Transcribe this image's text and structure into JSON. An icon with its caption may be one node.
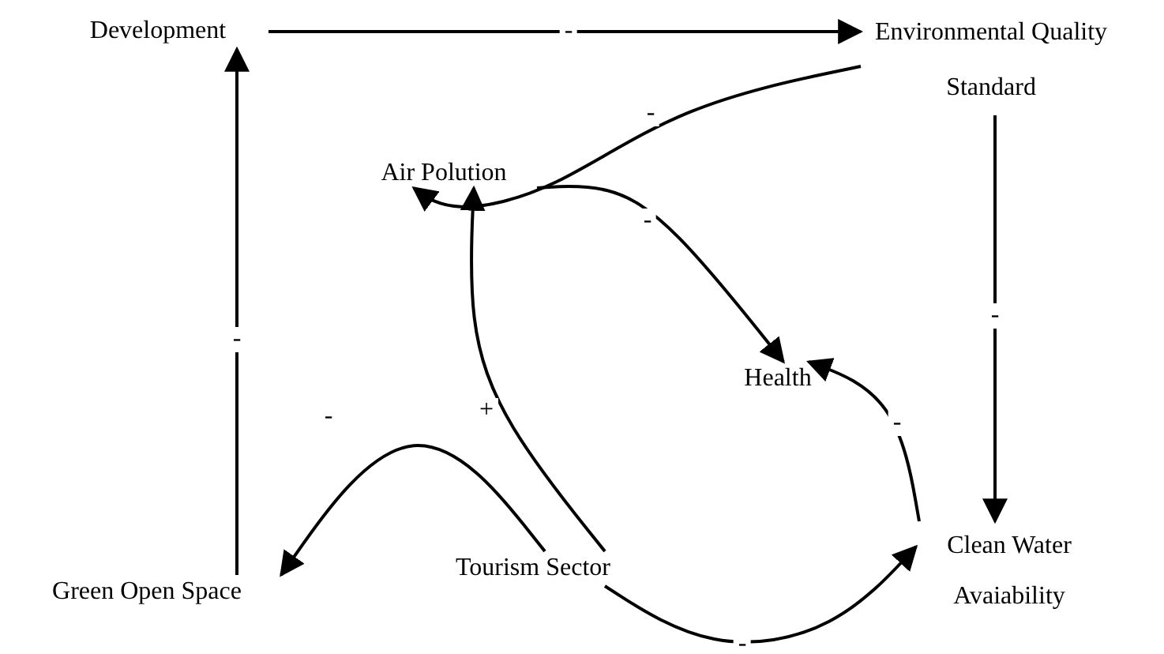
{
  "diagram": {
    "nodes": [
      {
        "text": [
          "Development"
        ]
      },
      {
        "text": [
          "Environmental Quality Standard"
        ]
      },
      {
        "text": [
          "Air Polution"
        ]
      },
      {
        "text": [
          "Health"
        ]
      },
      {
        "text": [
          "Green Open Space"
        ]
      },
      {
        "text": [
          "Tourism Sector"
        ]
      },
      {
        "text": [
          "Clean Water Avaiability"
        ]
      }
    ],
    "edges": [
      {
        "from": 0,
        "to": 1,
        "arrow": "to",
        "label": "-"
      },
      {
        "from": 1,
        "to": 2,
        "arrow": "to",
        "label": "-"
      },
      {
        "from": 2,
        "to": 3,
        "arrow": "to",
        "label": "-"
      },
      {
        "from": 1,
        "to": 6,
        "arrow": "to",
        "label": "-"
      },
      {
        "from": 6,
        "to": 3,
        "arrow": "to",
        "label": "-"
      },
      {
        "from": 5,
        "to": 2,
        "arrow": "to",
        "label": "+"
      },
      {
        "from": 5,
        "to": 4,
        "arrow": "to",
        "label": "-"
      },
      {
        "from": 5,
        "to": 6,
        "arrow": "to",
        "label": "-"
      },
      {
        "from": 4,
        "to": 0,
        "arrow": "to",
        "label": "-"
      }
    ]
  }
}
